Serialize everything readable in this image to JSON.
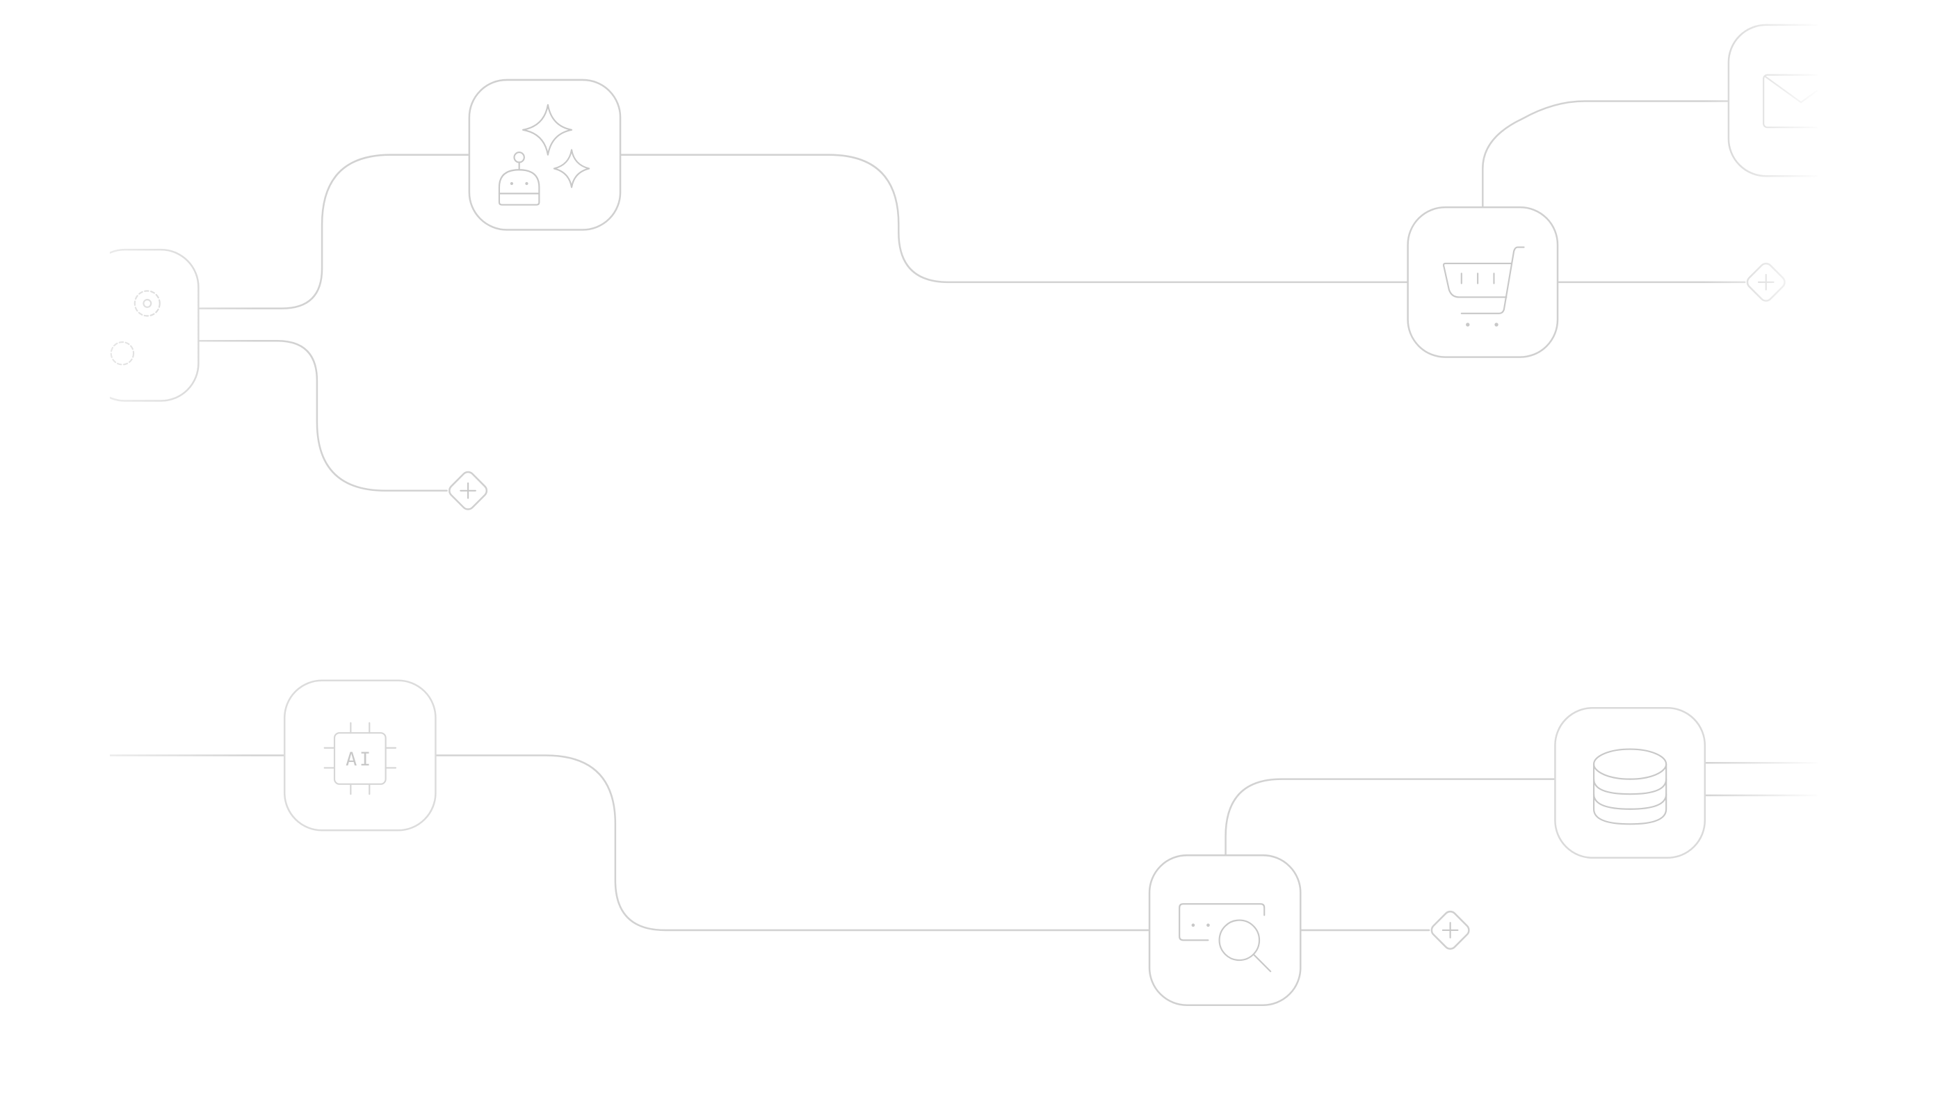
{
  "diagram": {
    "type": "workflow-connector-graph",
    "nodes": [
      {
        "id": "gear",
        "icon": "gear-icon"
      },
      {
        "id": "ai-robot",
        "icon": "robot-sparkles-icon"
      },
      {
        "id": "cart",
        "icon": "shopping-cart-icon"
      },
      {
        "id": "mail",
        "icon": "mail-icon"
      },
      {
        "id": "ai-chip",
        "icon": "ai-chip-icon",
        "label": "AI"
      },
      {
        "id": "search",
        "icon": "search-window-icon"
      },
      {
        "id": "database",
        "icon": "database-icon"
      }
    ],
    "add_buttons": [
      "add-step",
      "add-step",
      "add-step"
    ],
    "colors": {
      "stroke": "#d2d2d2",
      "background": "#ffffff"
    }
  }
}
